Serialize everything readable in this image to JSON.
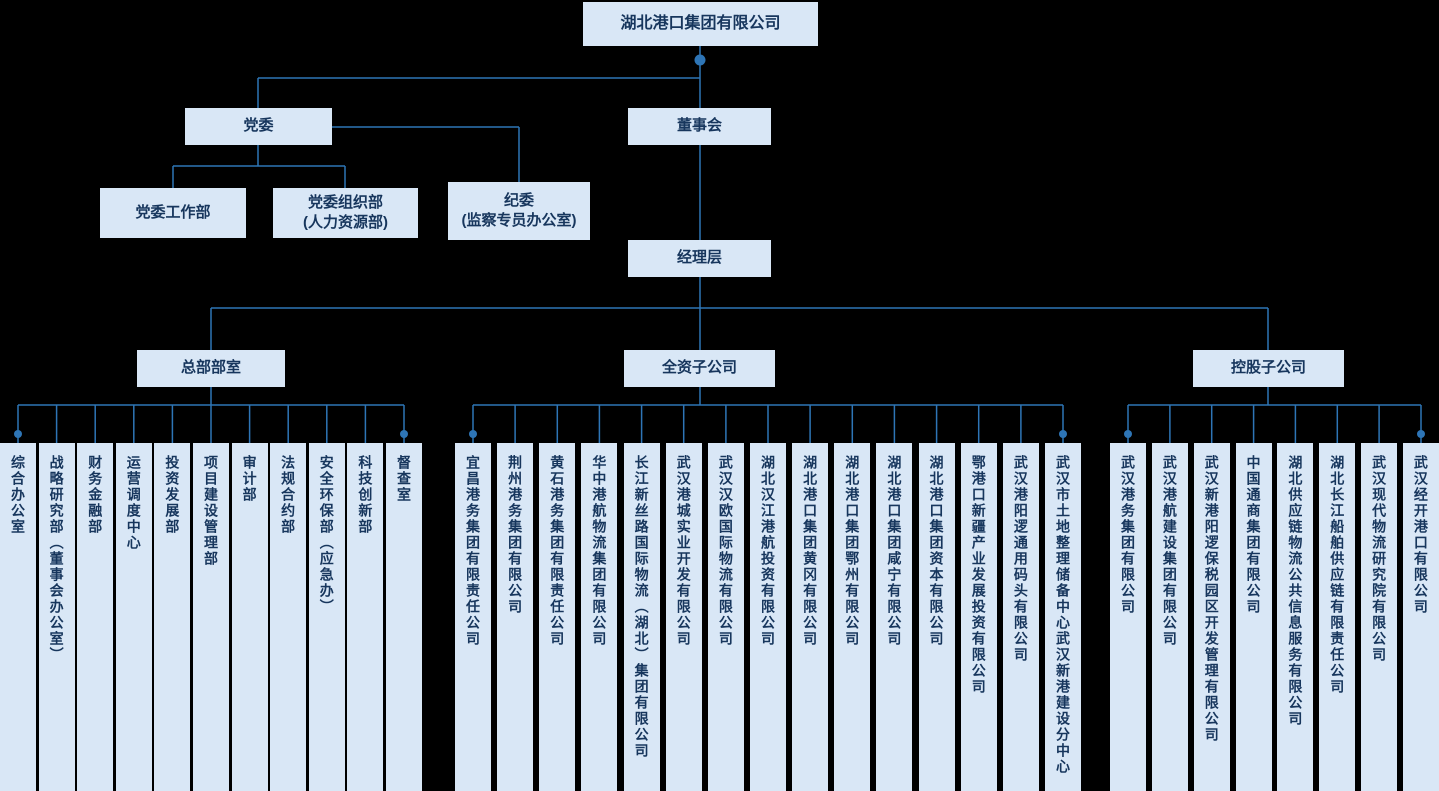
{
  "colors": {
    "background": "#000000",
    "node_bg": "#d9e7f6",
    "node_text": "#17365d",
    "line": "#2e75b6"
  },
  "root": {
    "label": "湖北港口集团有限公司"
  },
  "party": {
    "label": "党委"
  },
  "board": {
    "label": "董事会"
  },
  "management": {
    "label": "经理层"
  },
  "party_work": {
    "label": "党委工作部"
  },
  "party_org": {
    "line1": "党委组织部",
    "line2": "(人力资源部)"
  },
  "discipline": {
    "line1": "纪委",
    "line2": "(监察专员办公室)"
  },
  "hq": {
    "label": "总部部室",
    "items": [
      "综合办公室",
      "战略研究部（董事会办公室）",
      "财务金融部",
      "运营调度中心",
      "投资发展部",
      "项目建设管理部",
      "审计部",
      "法规合约部",
      "安全环保部（应急办）",
      "科技创新部",
      "督查室"
    ]
  },
  "wholly_owned": {
    "label": "全资子公司",
    "items": [
      "宜昌港务集团有限责任公司",
      "荆州港务集团有限公司",
      "黄石港务集团有限责任公司",
      "华中港航物流集团有限公司",
      "长江新丝路国际物流（湖北）集团有限公司",
      "武汉港城实业开发有限公司",
      "武汉汉欧国际物流有限公司",
      "湖北汉江港航投资有限公司",
      "湖北港口集团黄冈有限公司",
      "湖北港口集团鄂州有限公司",
      "湖北港口集团咸宁有限公司",
      "湖北港口集团资本有限公司",
      "鄂港口新疆产业发展投资有限公司",
      "武汉港阳逻通用码头有限公司",
      "武汉市土地整理储备中心武汉新港建设分中心"
    ]
  },
  "holding": {
    "label": "控股子公司",
    "items": [
      "武汉港务集团有限公司",
      "武汉港航建设集团有限公司",
      "武汉新港阳逻保税园区开发管理有限公司",
      "中国通商集团有限公司",
      "湖北供应链物流公共信息服务有限公司",
      "湖北长江船舶供应链有限责任公司",
      "武汉现代物流研究院有限公司",
      "武汉经开港口有限公司"
    ]
  }
}
